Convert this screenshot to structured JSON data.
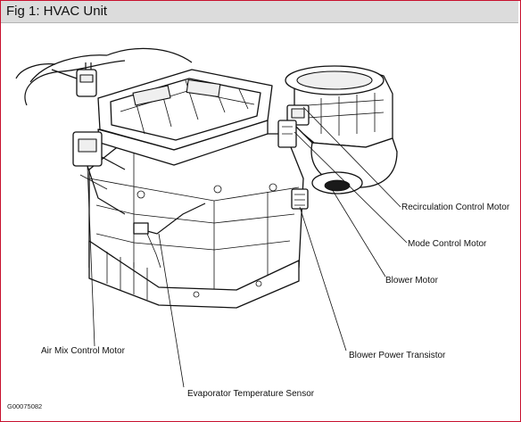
{
  "figure": {
    "title": "Fig 1: HVAC Unit",
    "code": "G00075082"
  },
  "labels": {
    "recirculation_control_motor": "Recirculation Control Motor",
    "mode_control_motor": "Mode Control Motor",
    "blower_motor": "Blower Motor",
    "blower_power_transistor": "Blower Power Transistor",
    "air_mix_control_motor": "Air Mix Control Motor",
    "evaporator_temperature_sensor": "Evaporator Temperature Sensor"
  },
  "colors": {
    "frame_border": "#c8102e",
    "title_bar": "#dcdcdc"
  }
}
